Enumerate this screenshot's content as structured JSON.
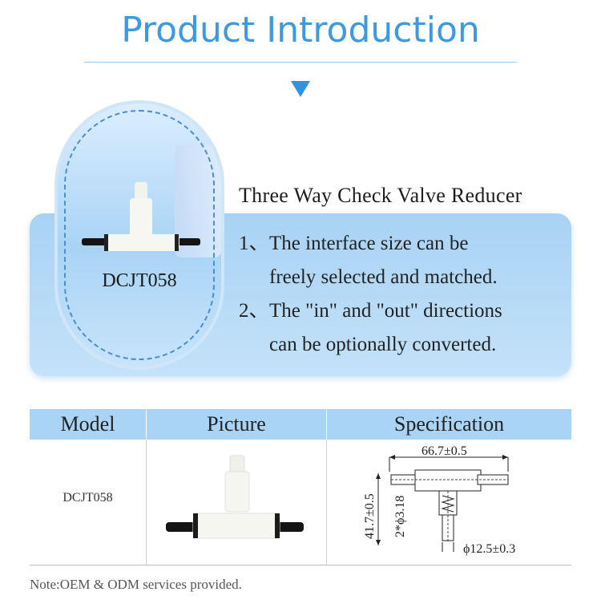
{
  "header": {
    "title": "Product Introduction"
  },
  "product": {
    "image_label": "DCJT058",
    "title": "Three Way Check Valve Reducer",
    "features": [
      {
        "num": "1、",
        "line1": "The interface size can be",
        "line2": "freely  selected and matched."
      },
      {
        "num": "2、",
        "line1": "The \"in\" and \"out\" directions",
        "line2": "can be optionally converted."
      }
    ]
  },
  "table": {
    "headers": [
      "Model",
      "Picture",
      "Specification"
    ],
    "rows": [
      {
        "model": "DCJT058",
        "spec": {
          "length": "66.7±0.5",
          "height": "41.7±0.5",
          "port": "2*ϕ3.18",
          "diameter": "ϕ12.5±0.3"
        }
      }
    ]
  },
  "note": "Note:OEM & ODM services provided.",
  "colors": {
    "accent": "#3c9be0",
    "band": "#a9d4f5"
  }
}
